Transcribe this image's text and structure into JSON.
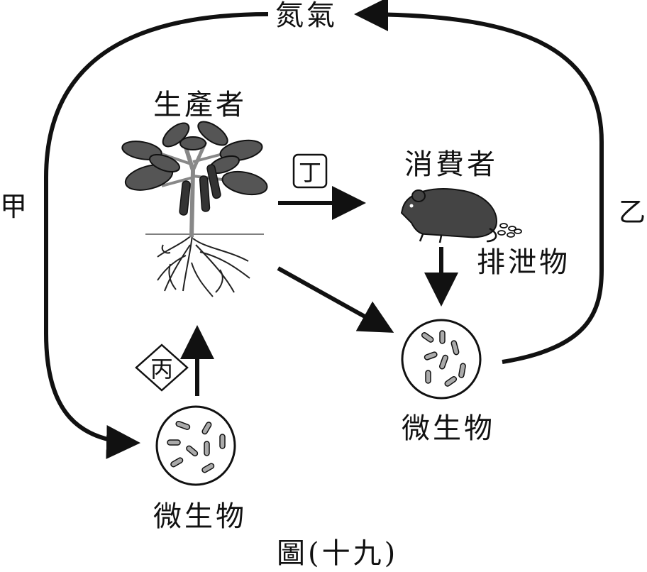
{
  "nodes": {
    "nitrogen_gas": "氮氣",
    "producer": "生產者",
    "consumer": "消費者",
    "excrement": "排泄物",
    "microbe_right": "微生物",
    "microbe_bottom": "微生物"
  },
  "process_labels": {
    "jia": "甲",
    "yi": "乙",
    "bing": "丙",
    "ding": "丁"
  },
  "caption": "圖(十九)"
}
